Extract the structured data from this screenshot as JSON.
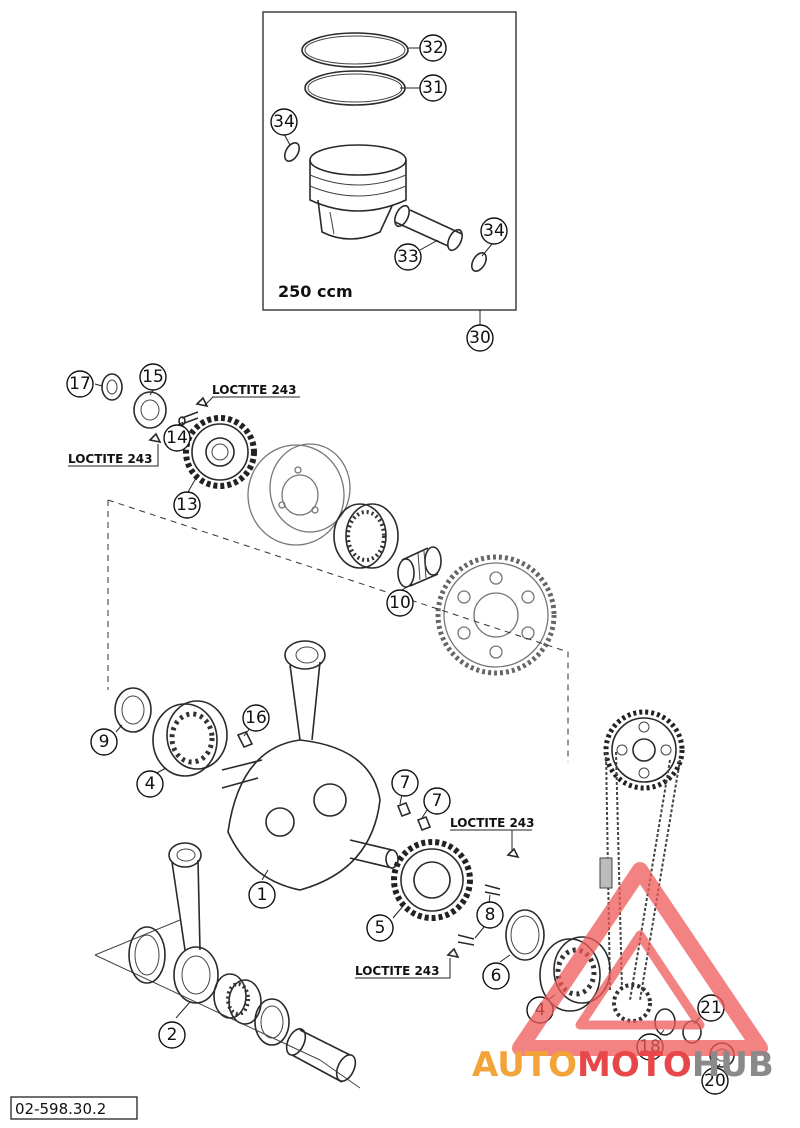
{
  "diagram": {
    "inset_label": "250 ccm",
    "drawing_code": "02-598.30.2",
    "notes": [
      "LOCTITE 243",
      "LOCTITE 243",
      "LOCTITE 243",
      "LOCTITE 243"
    ],
    "callouts": [
      "32",
      "31",
      "34",
      "34",
      "33",
      "30",
      "17",
      "15",
      "14",
      "13",
      "10",
      "16",
      "9",
      "4",
      "7",
      "7",
      "1",
      "5",
      "8",
      "6",
      "2",
      "4",
      "21",
      "18",
      "20"
    ]
  },
  "watermark": {
    "part1": "AUTO",
    "part2": "MOTO",
    "part3": "HUB",
    "colors": {
      "orange": "#f2a43a",
      "red": "#e8474a",
      "triangle": "#ef5a5a"
    }
  }
}
